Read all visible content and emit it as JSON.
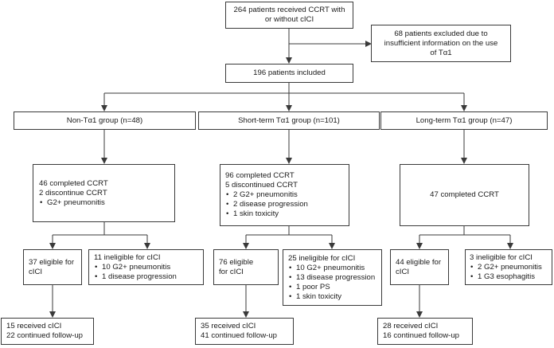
{
  "top": {
    "line1": "264 patients received CCRT with",
    "line2": "or without cICI"
  },
  "excluded": {
    "line1": "68 patients excluded due to",
    "line2": "insufficient information on the use",
    "line3": "of Tα1"
  },
  "included": "196 patients included",
  "groups": {
    "non": {
      "title": "Non-Tα1 group (n=48)",
      "ccrt": {
        "line1": "46 completed CCRT",
        "line2": "2 discontinue CCRT",
        "bullets": [
          "G2+ pneumonitis"
        ]
      },
      "eligible": {
        "line1": "37 eligible for",
        "line2": "cICI"
      },
      "ineligible": {
        "title": "11 ineligible for cICI",
        "bullets": [
          "10 G2+ pneumonitis",
          "1 disease progression"
        ]
      },
      "final": {
        "line1": "15 received cICI",
        "line2": "22 continued follow-up"
      }
    },
    "short": {
      "title": "Short-term Tα1 group (n=101)",
      "ccrt": {
        "line1": "96 completed CCRT",
        "line2": "5 discontinued CCRT",
        "bullets": [
          "2 G2+ pneumonitis",
          "2 disease progression",
          "1 skin toxicity"
        ]
      },
      "eligible": {
        "line1": "76 eligible",
        "line2": "for cICI"
      },
      "ineligible": {
        "title": "25 ineligible for cICI",
        "bullets": [
          "10 G2+ pneumonitis",
          "13 disease progression",
          "1 poor PS",
          "1 skin toxicity"
        ]
      },
      "final": {
        "line1": "35 received cICI",
        "line2": "41 continued follow-up"
      }
    },
    "long": {
      "title": "Long-term Tα1 group (n=47)",
      "ccrt": {
        "line1": "47 completed CCRT"
      },
      "eligible": {
        "line1": "44 eligible for",
        "line2": "cICI"
      },
      "ineligible": {
        "title": "3 ineligible for cICI",
        "bullets": [
          "2 G2+ pneumonitis",
          "1 G3  esophagitis"
        ]
      },
      "final": {
        "line1": "28 received cICI",
        "line2": "16 continued follow-up"
      }
    }
  }
}
